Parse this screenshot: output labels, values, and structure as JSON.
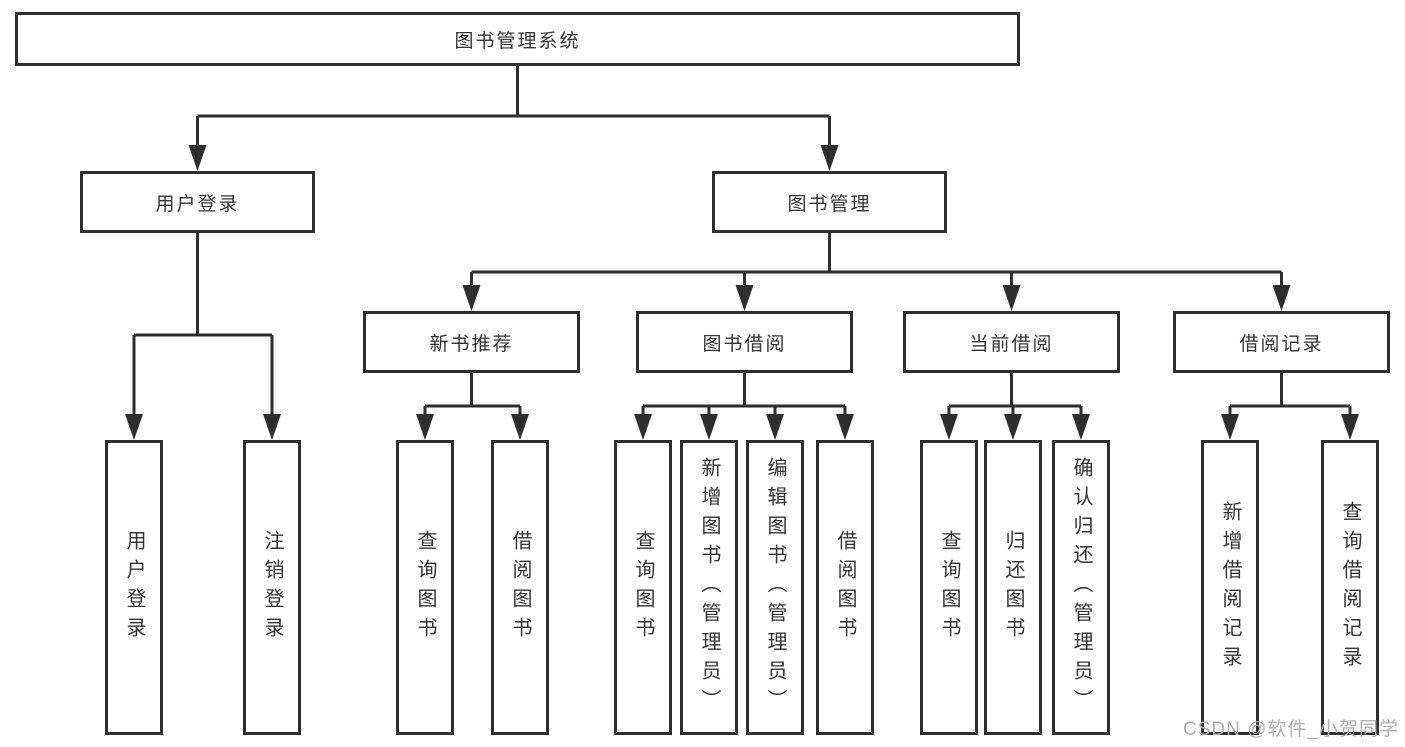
{
  "diagram": {
    "root": {
      "label": "图书管理系统"
    },
    "branches": [
      {
        "label": "用户登录",
        "children": [
          {
            "label": "用户登录"
          },
          {
            "label": "注销登录"
          }
        ]
      },
      {
        "label": "图书管理",
        "children": [
          {
            "label": "新书推荐",
            "children": [
              {
                "label": "查询图书"
              },
              {
                "label": "借阅图书"
              }
            ]
          },
          {
            "label": "图书借阅",
            "children": [
              {
                "label": "查询图书"
              },
              {
                "label": "新增图书（管理员）"
              },
              {
                "label": "编辑图书（管理员）"
              },
              {
                "label": "借阅图书"
              }
            ]
          },
          {
            "label": "当前借阅",
            "children": [
              {
                "label": "查询图书"
              },
              {
                "label": "归还图书"
              },
              {
                "label": "确认归还（管理员）"
              }
            ]
          },
          {
            "label": "借阅记录",
            "children": [
              {
                "label": "新增借阅记录"
              },
              {
                "label": "查询借阅记录"
              }
            ]
          }
        ]
      }
    ]
  },
  "watermark": "CSDN @软件_小贺同学",
  "colors": {
    "line": "#2e2e2e",
    "text": "#333333",
    "watermark": "#b0b0b0",
    "background": "#ffffff"
  }
}
